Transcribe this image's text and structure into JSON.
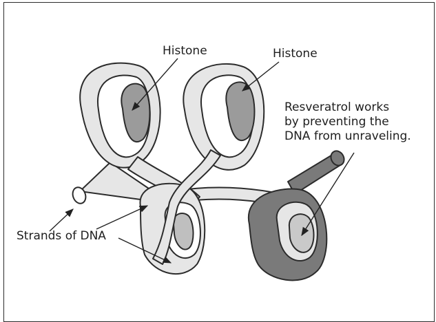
{
  "labels": {
    "histone_left": "Histone",
    "histone_right": "Histone",
    "strands": "Strands of DNA",
    "resveratrol": [
      "Resveratrol works",
      "by preventing the",
      "DNA from unraveling."
    ]
  },
  "colors": {
    "dna_light": "#e6e6e6",
    "dna_dark": "#7a7a7a",
    "histone_core": "#9b9b9b",
    "outline": "#2b2b2b",
    "background": "#ffffff"
  }
}
